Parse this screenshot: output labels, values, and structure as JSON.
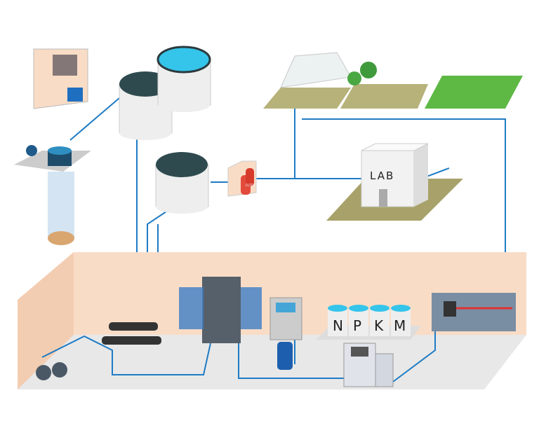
{
  "labels": {
    "lab": "LAB",
    "filter": "FILTER",
    "nutrients": [
      "N",
      "P",
      "K",
      "M"
    ]
  },
  "colors": {
    "pipe": "#1e7bc4",
    "room": "#f9dcc6",
    "floor": "#e6e6e6",
    "tank_dark": "#2e4a4f",
    "water": "#35c4ea",
    "field": "#b7b27a",
    "grass": "#5db844"
  }
}
